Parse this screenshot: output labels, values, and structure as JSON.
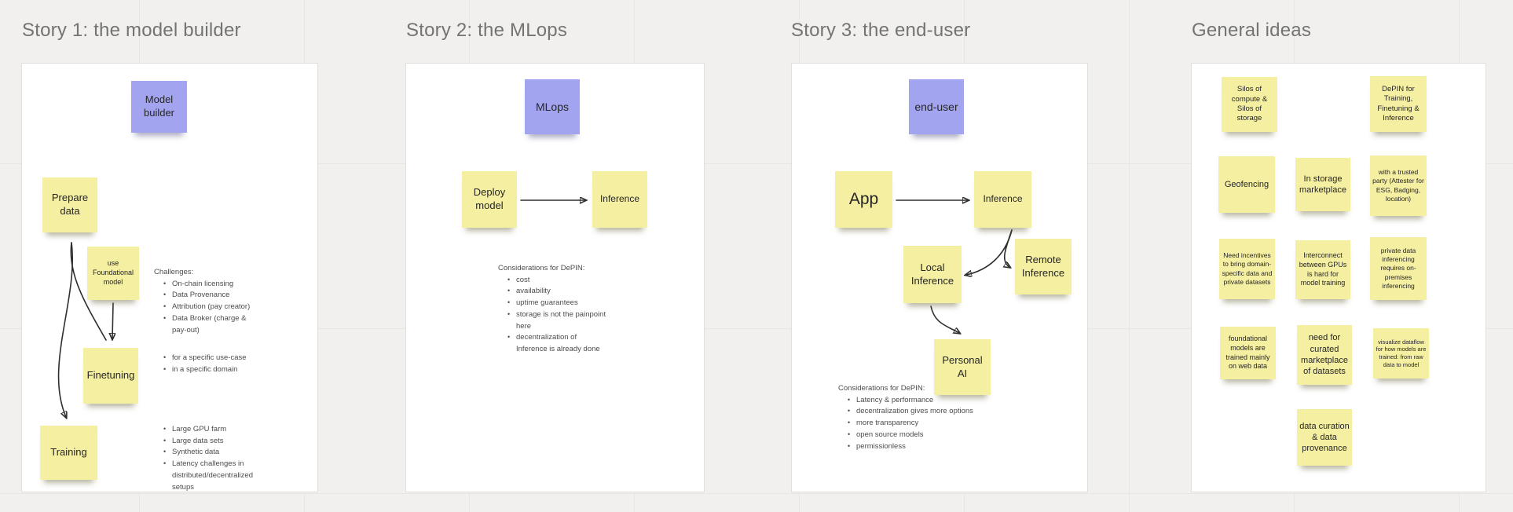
{
  "colors": {
    "sticky_yellow": "#f5efa2",
    "sticky_purple": "#a3a4ef",
    "canvas_bg": "#f1f0ee",
    "frame_bg": "#ffffff",
    "frame_title": "#737373",
    "ink": "#2e2e2e"
  },
  "story1": {
    "title": "Story 1: the model builder",
    "sticky_model_builder": "Model builder",
    "sticky_prepare_data": "Prepare data",
    "sticky_use_foundational": "use Foundational model",
    "sticky_finetuning": "Finetuning",
    "sticky_training": "Training",
    "challenges": {
      "heading": "Challenges:",
      "items": [
        "On-chain licensing",
        "Data Provenance",
        "Attribution (pay creator)",
        "Data Broker (charge & pay-out)"
      ]
    },
    "finetuning_notes": {
      "items": [
        "for a specific use-case",
        "in a specific domain"
      ]
    },
    "training_notes": {
      "items": [
        "Large GPU farm",
        "Large data sets",
        "Synthetic data",
        "Latency challenges in distributed/decentralized setups"
      ]
    }
  },
  "story2": {
    "title": "Story 2: the MLops",
    "sticky_mlops": "MLops",
    "sticky_deploy_model": "Deploy model",
    "sticky_inference": "Inference",
    "considerations": {
      "heading": "Considerations for DePIN:",
      "items": [
        "cost",
        "availability",
        "uptime guarantees",
        "storage is not the painpoint here",
        "decentralization of Inference is already done"
      ]
    }
  },
  "story3": {
    "title": "Story 3: the end-user",
    "sticky_end_user": "end-user",
    "sticky_app": "App",
    "sticky_inference": "Inference",
    "sticky_local_inference": "Local Inference",
    "sticky_remote_inference": "Remote Inference",
    "sticky_personal_ai": "Personal AI",
    "considerations": {
      "heading": "Considerations for DePIN:",
      "items": [
        "Latency & performance",
        "decentralization gives more options",
        "more transparency",
        "open source models",
        "permissionless"
      ]
    }
  },
  "general": {
    "title": "General ideas",
    "stickies": [
      "Silos of compute & Silos of storage",
      "DePIN for Training, Finetuning & Inference",
      "Geofencing",
      "In storage marketplace",
      "with a trusted party (Attester for ESG, Badging, location)",
      "Need incentives to bring domain-specific data and private datasets",
      "Interconnect between GPUs is hard for model training",
      "private data inferencing requires on-premises inferencing",
      "foundational models are trained mainly on web data",
      "need for curated marketplace of datasets",
      "visualize dataflow for how models are trained: from raw data to model",
      "data curation & data provenance"
    ]
  }
}
